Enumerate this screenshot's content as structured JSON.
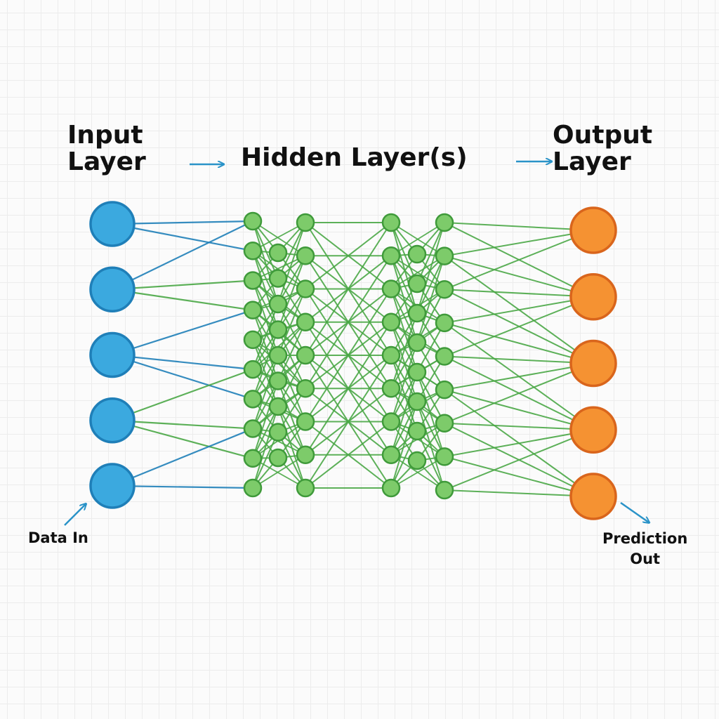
{
  "labels": {
    "input_layer": [
      "Input",
      "Layer"
    ],
    "hidden_layers": "Hidden Layer(s)",
    "output_layer": [
      "Output",
      "Layer"
    ],
    "data_in": "Data In",
    "prediction_out": [
      "Prediction",
      "Out"
    ]
  },
  "layers": [
    {
      "name": "input",
      "node_count": 5
    },
    {
      "name": "hidden-1",
      "node_count": 10
    },
    {
      "name": "hidden-2",
      "node_count": 9
    },
    {
      "name": "hidden-3",
      "node_count": 9
    },
    {
      "name": "hidden-4",
      "node_count": 9
    },
    {
      "name": "hidden-5",
      "node_count": 8
    },
    {
      "name": "hidden-6",
      "node_count": 9
    },
    {
      "name": "output",
      "node_count": 5
    }
  ],
  "colors": {
    "input_fill": "#3ba9df",
    "input_stroke": "#1f7fb8",
    "hidden_fill": "#7dcb6a",
    "hidden_stroke": "#3f9a3a",
    "output_fill": "#f59232",
    "output_stroke": "#d9651c",
    "edge_blue": "#1f7fb8",
    "edge_green": "#4aa746",
    "flow_arrow": "#2a93c8",
    "text": "#111111"
  }
}
